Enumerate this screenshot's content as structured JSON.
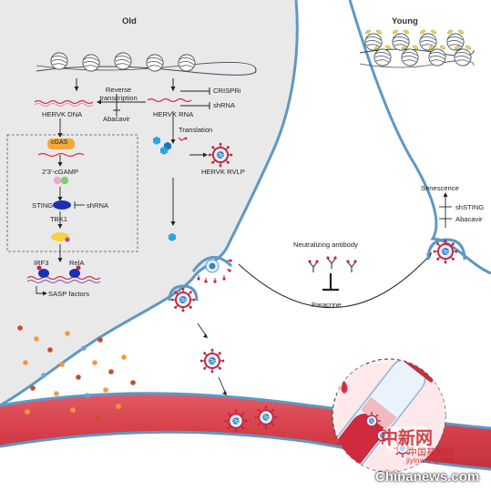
{
  "titles": {
    "old": "Old",
    "young": "Young"
  },
  "labels": {
    "reverse_transcription": "Reverse\ntranscription",
    "crispri": "CRISPRi",
    "shrna_rna": "shRNA",
    "hervk_dna": "HERVK DNA",
    "hervk_rna": "HERVK RNA",
    "abacavir_left": "Abacavir",
    "translation": "Translation",
    "cgas": "cGAS",
    "cgamp": "2'3'-cGAMP",
    "hervk_rvlp": "HERVK RVLP",
    "sting": "STING",
    "shrna_sting": "shRNA",
    "tbk1": "TBK1",
    "irf3": "IRF3",
    "rela": "RelA",
    "sasp": "SASP factors",
    "neutralizing_antibody": "Neutralizing antibody",
    "paracrine": "Paracrine",
    "senescence": "Senescence",
    "shsting": "shSTING",
    "abacavir_right": "Abacavir"
  },
  "watermark": {
    "logo_text": "中新网",
    "site_text": "中国基因网",
    "site_url": "jiyinwang.com",
    "chinanews": "Chinanews.com"
  },
  "colors": {
    "old_cell": "#e9e9ea",
    "membrane": "#5e98c4",
    "vessel": "#d8404b",
    "virus": "#c0283f",
    "cgas": "#f2a93b",
    "sting": "#1a2fb8",
    "tbk1": "#f5d43f"
  }
}
